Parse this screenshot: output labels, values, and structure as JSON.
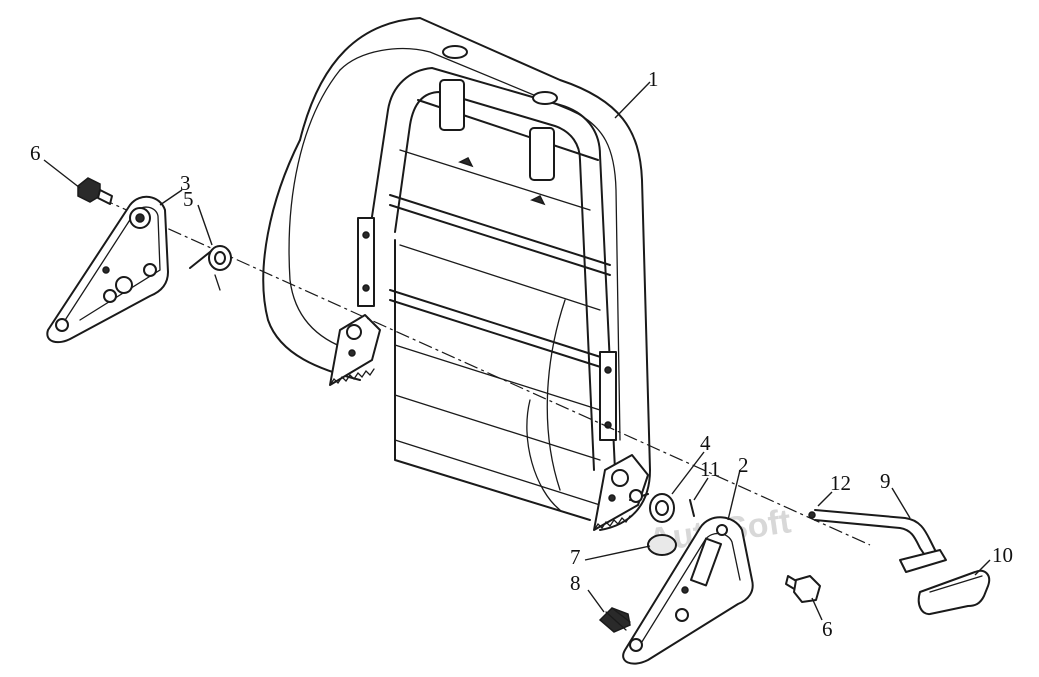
{
  "labels": {
    "l1": "1",
    "l2": "2",
    "l3": "3",
    "l4": "4",
    "l5": "5",
    "l6a": "6",
    "l6b": "6",
    "l7": "7",
    "l8": "8",
    "l9": "9",
    "l10": "10",
    "l11": "11",
    "l12": "12"
  },
  "watermark": "AutoSoft"
}
